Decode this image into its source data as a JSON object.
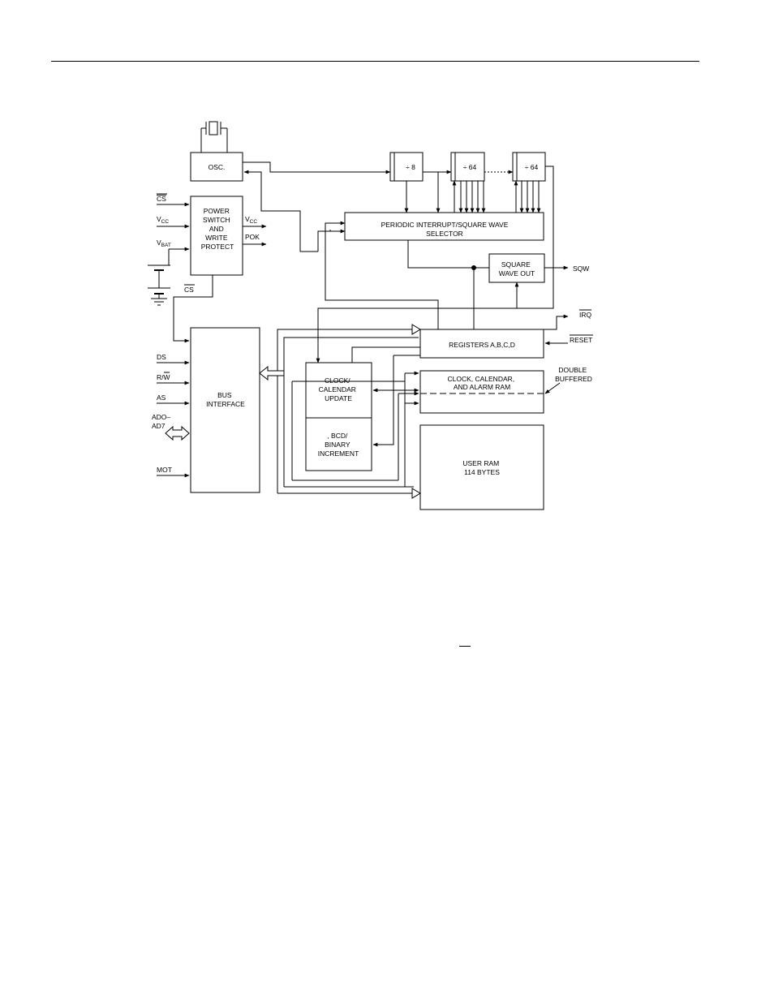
{
  "blocks": {
    "osc": "OSC.",
    "div8": "÷ 8",
    "div64a": "÷ 64",
    "div64b": "÷ 64",
    "periodic_line1": "PERIODIC INTERRUPT/SQUARE WAVE",
    "periodic_line2": "SELECTOR",
    "power_lines": [
      "POWER",
      "SWITCH",
      "AND",
      "WRITE",
      "PROTECT"
    ],
    "square_lines": [
      "SQUARE",
      "WAVE OUT"
    ],
    "registers": "REGISTERS A,B,C,D",
    "clock_cal_ram_lines": [
      "CLOCK, CALENDAR,",
      "AND ALARM RAM"
    ],
    "bus_lines": [
      "BUS",
      "INTERFACE"
    ],
    "clock_update_lines": [
      "CLOCK/",
      "CALENDAR",
      "UPDATE"
    ],
    "bcd_lines": [
      ", BCD/",
      "BINARY",
      "INCREMENT"
    ],
    "user_ram_lines": [
      "USER RAM",
      "114 BYTES"
    ]
  },
  "signals": {
    "cs": "CS",
    "vcc_main": "V",
    "vcc_sub": "CC",
    "vcc_out_main": "V",
    "vcc_out_sub": "CC",
    "pok": "POK",
    "vbat_main": "V",
    "vbat_sub": "BAT",
    "cs_out": "CS",
    "sqw": "SQW",
    "irq": "IRQ",
    "reset": "RESET",
    "double_buffered_lines": [
      "DOUBLE",
      "BUFFERED"
    ],
    "ds": "DS",
    "rw_r": "R/",
    "rw_w": "W",
    "as": "AS",
    "ad_lines": [
      "ADO–",
      "AD7"
    ],
    "mot": "MOT"
  }
}
